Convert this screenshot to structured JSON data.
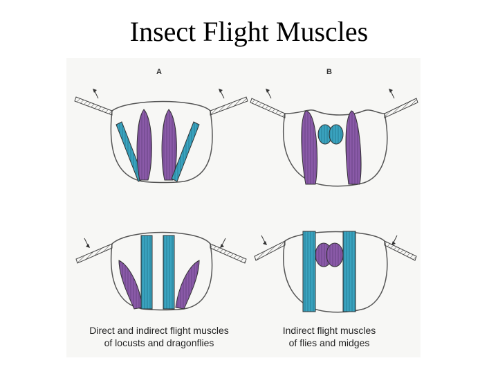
{
  "slide": {
    "title": "Insect Flight Muscles"
  },
  "figure": {
    "panel_a_label": "A",
    "panel_b_label": "B",
    "caption_a_line1": "Direct and indirect flight muscles",
    "caption_a_line2": "of locusts and dragonflies",
    "caption_b_line1": "Indirect flight muscles",
    "caption_b_line2": "of flies and midges"
  },
  "colors": {
    "indirect_contracted_muscle": "#8a5aa8",
    "direct_muscle": "#3aa3bf",
    "outline": "#555555"
  }
}
